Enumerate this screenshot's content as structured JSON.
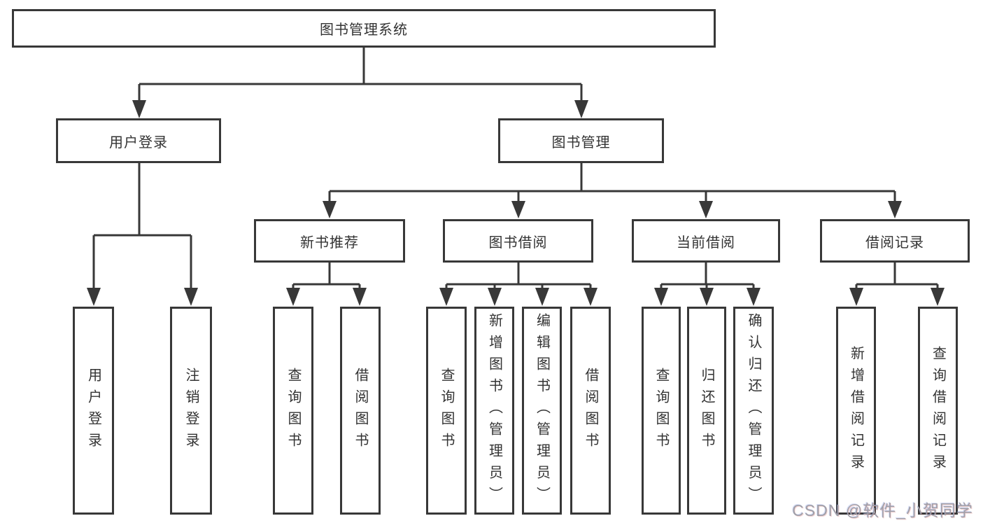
{
  "diagram": {
    "tree": {
      "root": "图书管理系统",
      "branches": [
        {
          "label": "用户登录",
          "leaves": [
            "用户登录",
            "注销登录"
          ]
        },
        {
          "label": "图书管理",
          "groups": [
            {
              "label": "新书推荐",
              "leaves": [
                "查询图书",
                "借阅图书"
              ]
            },
            {
              "label": "图书借阅",
              "leaves": [
                "查询图书",
                "新增图书（管理员）",
                "编辑图书（管理员）",
                "借阅图书"
              ]
            },
            {
              "label": "当前借阅",
              "leaves": [
                "查询图书",
                "归还图书",
                "确认归还（管理员）"
              ]
            },
            {
              "label": "借阅记录",
              "leaves": [
                "新增借阅记录",
                "查询借阅记录"
              ]
            }
          ]
        }
      ]
    },
    "colors": {
      "line": "#383838",
      "box_border": "#383838",
      "text": "#333333",
      "background": "#ffffff",
      "watermark": "#a0a0a8"
    }
  },
  "watermark": {
    "text": "CSDN @软件_小贺同学"
  }
}
